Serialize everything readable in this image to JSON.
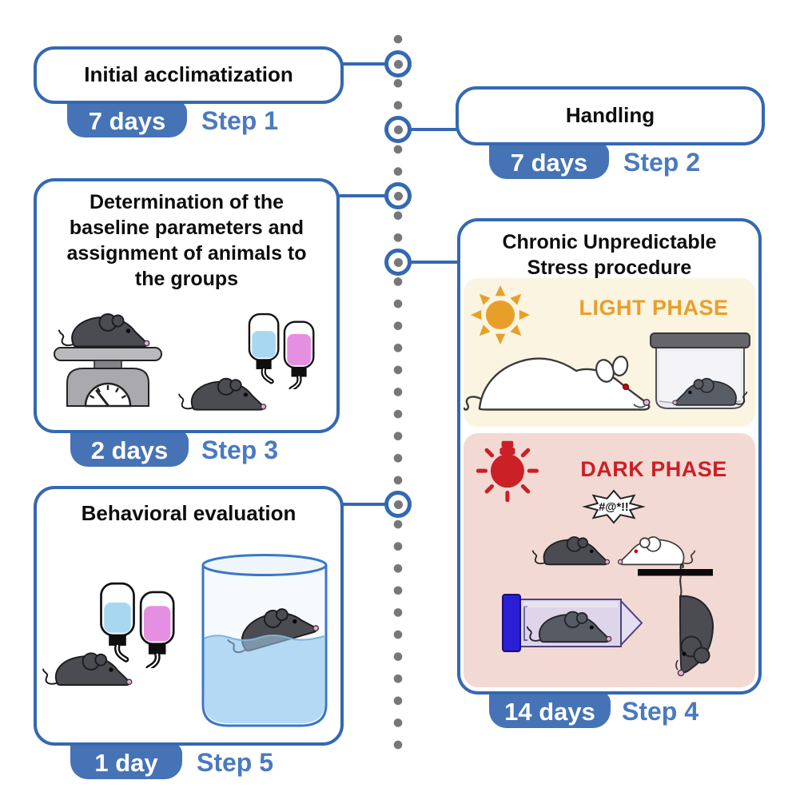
{
  "figure": {
    "type": "experimental-procedure-timeline"
  },
  "steps": [
    {
      "title": "Initial acclimatization",
      "duration": "7 days",
      "label": "Step 1",
      "side": "left"
    },
    {
      "title": "Handling",
      "duration": "7 days",
      "label": "Step 2",
      "side": "right"
    },
    {
      "title": "Determination of the baseline parameters and assignment of animals to the groups",
      "duration": "2 days",
      "label": "Step 3",
      "side": "left"
    },
    {
      "title": "Chronic Unpredictable Stress procedure",
      "duration": "14 days",
      "label": "Step 4",
      "side": "right",
      "phases": [
        {
          "name": "LIGHT PHASE",
          "icon": "sun-icon"
        },
        {
          "name": "DARK PHASE",
          "icon": "red-bulb-icon",
          "speech_bubble": "#@*!!"
        }
      ]
    },
    {
      "title": "Behavioral evaluation",
      "duration": "1 day",
      "label": "Step 5",
      "side": "left"
    }
  ],
  "icons": [
    "sun-icon",
    "red-bulb-icon",
    "mouse-icon",
    "weighing-scale-icon",
    "drink-bottles-icon",
    "swim-beaker-icon",
    "jar-mouse-icon",
    "white-rat-icon",
    "fighting-mice-icon",
    "restraint-tube-icon",
    "tail-suspension-icon"
  ],
  "colors": {
    "outline_blue": "#3468b2",
    "pill_blue": "#4673b5",
    "step_label_blue": "#4a7abf",
    "timeline_dot_gray": "#77777a",
    "light_phase_bg": "#faf4e1",
    "dark_phase_bg": "#f3d9d3",
    "sun_orange": "#e89f29",
    "alarm_red": "#cb2026",
    "mouse_gray": "#4b4b52",
    "water_blue": "#bfe0f8",
    "bottle_liquid_blue": "#a8d7f2",
    "bottle_liquid_pink": "#e58fe2",
    "restraint_cap_blue": "#2a1ed6"
  }
}
